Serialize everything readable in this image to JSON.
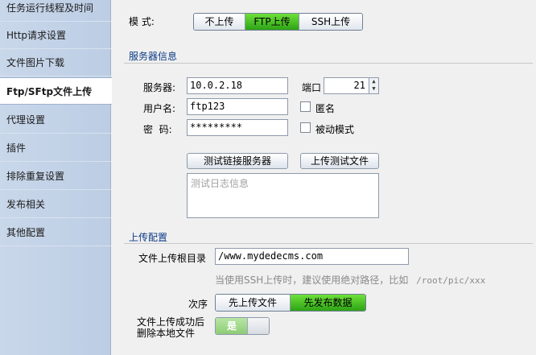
{
  "sidebar": {
    "items": [
      {
        "label": "任务运行线程及时间"
      },
      {
        "label": "Http请求设置"
      },
      {
        "label": "文件图片下载"
      },
      {
        "label": "Ftp/SFtp文件上传"
      },
      {
        "label": "代理设置"
      },
      {
        "label": "插件"
      },
      {
        "label": "排除重复设置"
      },
      {
        "label": "发布相关"
      },
      {
        "label": "其他配置"
      }
    ],
    "active_index": 3
  },
  "mode": {
    "label": "模  式:",
    "options": [
      "不上传",
      "FTP上传",
      "SSH上传"
    ],
    "selected": "FTP上传"
  },
  "server": {
    "section_title": "服务器信息",
    "host_label": "服务器:",
    "host_value": "10.0.2.18",
    "port_label": "端口",
    "port_value": "21",
    "user_label": "用户名:",
    "user_value": "ftp123",
    "anonymous_label": "匿名",
    "password_label": "密  码:",
    "password_value": "*********",
    "passive_label": "被动模式",
    "test_connect_button": "测试链接服务器",
    "upload_test_button": "上传测试文件",
    "log_placeholder": "测试日志信息"
  },
  "upload": {
    "section_title": "上传配置",
    "root_label": "文件上传根目录",
    "root_value": "/www.mydedecms.com",
    "hint_text": "当使用SSH上传时，建议使用绝对路径，比如",
    "hint_example": "/root/pic/xxx",
    "order_label": "次序",
    "order_options": [
      "先上传文件",
      "先发布数据"
    ],
    "order_selected": "先发布数据",
    "delete_label_line1": "文件上传成功后",
    "delete_label_line2": "删除本地文件",
    "delete_toggle_value": "是"
  },
  "colors": {
    "accent_green": "#4cc626",
    "section_title": "#0b3a86",
    "sidebar_bg": "#c4d3e8"
  }
}
